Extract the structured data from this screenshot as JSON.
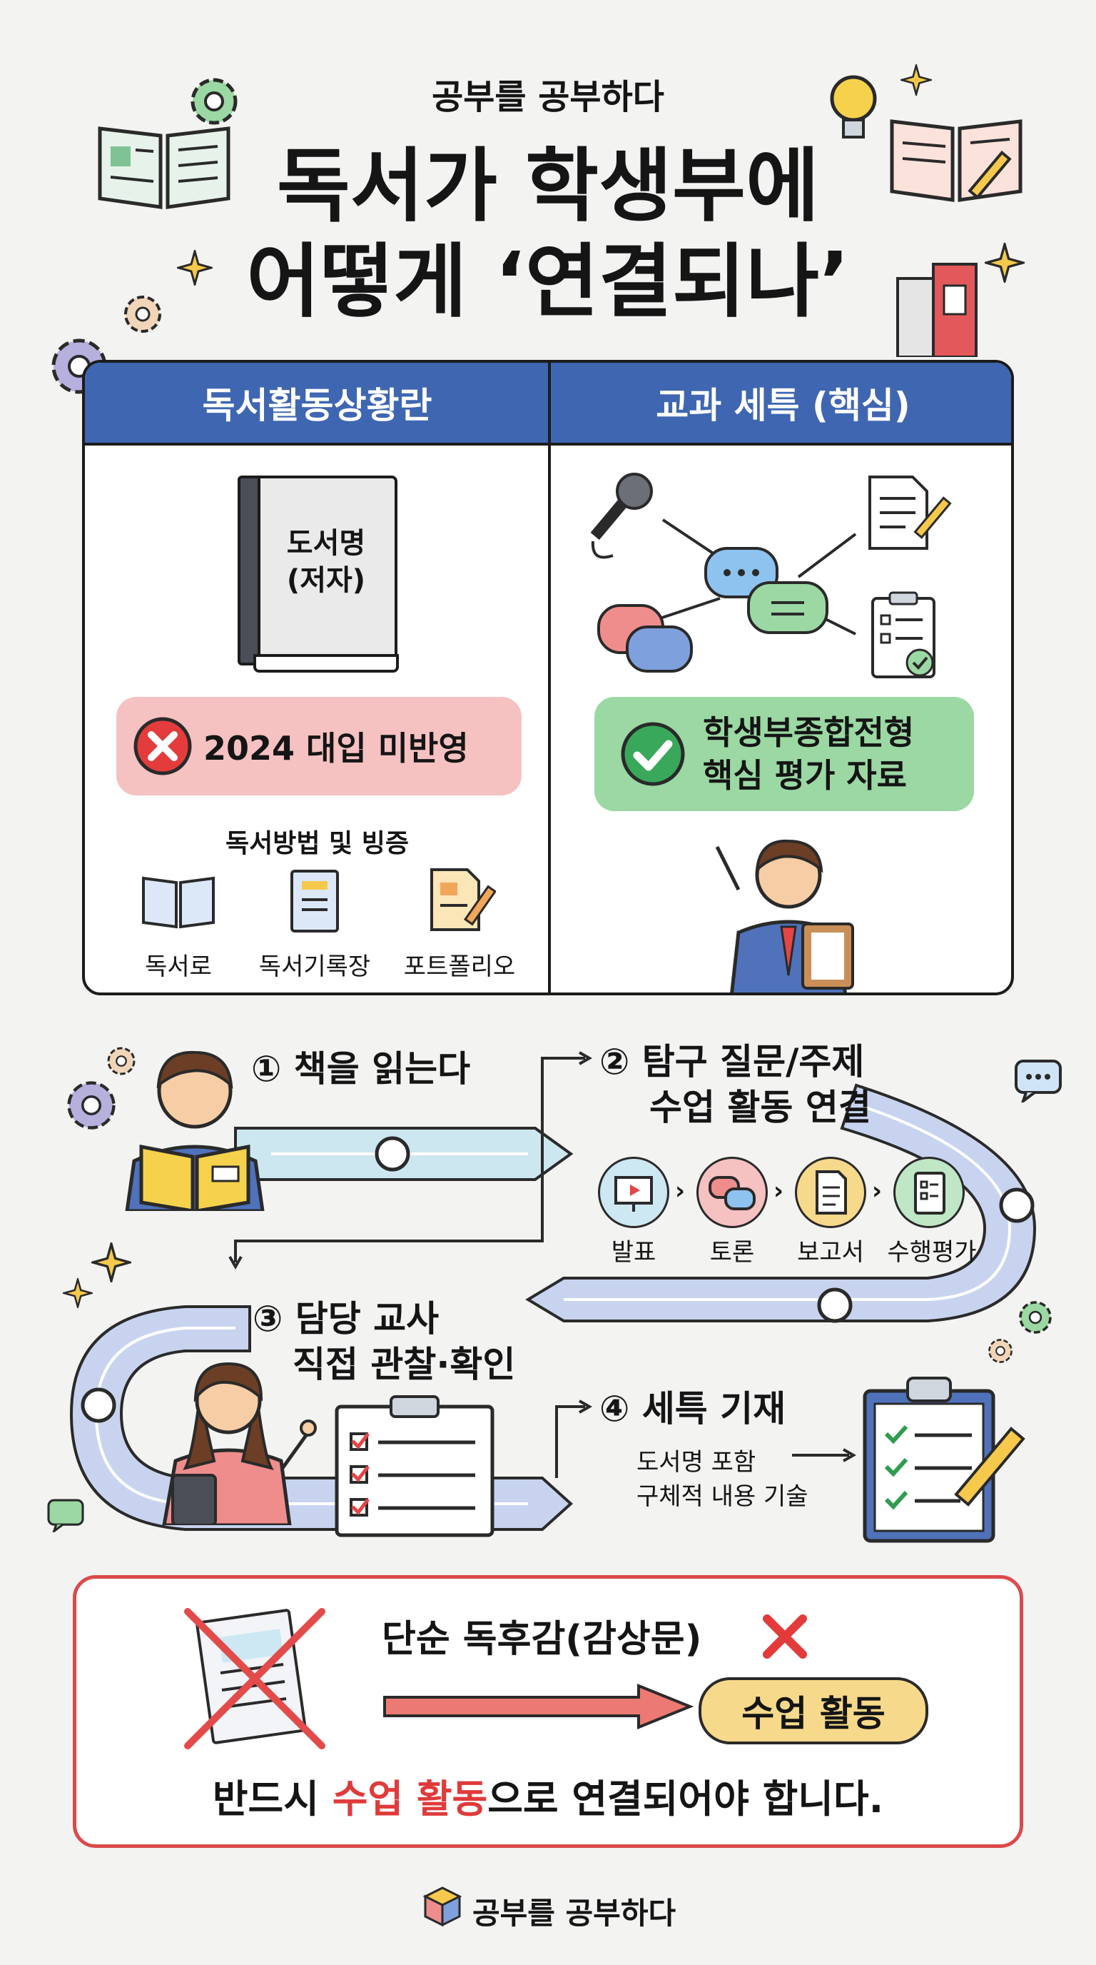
{
  "header": {
    "subtitle": "공부를 공부하다",
    "title_line1": "독서가 학생부에",
    "title_line2": "어떻게 ‘연결되나’"
  },
  "compare": {
    "left": {
      "heading": "독서활동상황란",
      "book_line1": "도서명",
      "book_line2": "(저자)",
      "status": "2024 대입 미반영",
      "methods_title": "독서방법 및 빙증",
      "methods": [
        "독서로",
        "독서기록장",
        "포트폴리오"
      ]
    },
    "right": {
      "heading": "교과 세특 (핵심)",
      "status_line1": "학생부종합전형",
      "status_line2": "핵심 평가 자료"
    }
  },
  "steps": {
    "s1": "① 책을 읽는다",
    "s2_line1": "② 탐구 질문/주제",
    "s2_line2": "수업 활동 연결",
    "activities": [
      "발표",
      "토론",
      "보고서",
      "수행평가"
    ],
    "s3_line1": "③ 담당 교사",
    "s3_line2": "직접 관찰·확인",
    "s4": "④ 세특 기재",
    "s4_note_line1": "도서명 포함",
    "s4_note_line2": "구체적 내용 기술"
  },
  "warning": {
    "simple": "단순 독후감(감상문)",
    "target": "수업 활동",
    "sentence_pre": "반드시 ",
    "sentence_highlight": "수업 활동",
    "sentence_post": "으로 연결되어야 합니다."
  },
  "footer": {
    "brand": "공부를 공부하다"
  },
  "colors": {
    "blue": "#3f66b1",
    "red": "#dc4a4a",
    "green": "#9bd8a3",
    "pink": "#f6c1c1"
  }
}
